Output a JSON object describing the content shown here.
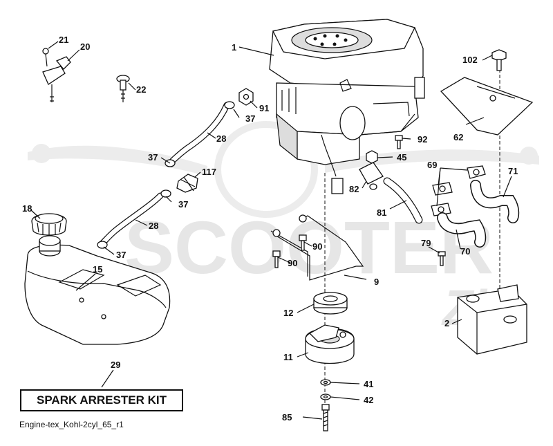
{
  "diagram": {
    "box_label": "SPARK ARRESTER KIT",
    "reference_code": "Engine-tex_Kohl-2cyl_65_r1",
    "watermark": {
      "brand": "SCOOTER",
      "sub": "Zip"
    },
    "parts": [
      {
        "id": "p1",
        "label": "1"
      },
      {
        "id": "p2",
        "label": "2"
      },
      {
        "id": "p9",
        "label": "9"
      },
      {
        "id": "p11",
        "label": "11"
      },
      {
        "id": "p12",
        "label": "12"
      },
      {
        "id": "p15",
        "label": "15"
      },
      {
        "id": "p18",
        "label": "18"
      },
      {
        "id": "p20",
        "label": "20"
      },
      {
        "id": "p21",
        "label": "21"
      },
      {
        "id": "p22",
        "label": "22"
      },
      {
        "id": "p28a",
        "label": "28"
      },
      {
        "id": "p28b",
        "label": "28"
      },
      {
        "id": "p29",
        "label": "29"
      },
      {
        "id": "p37a",
        "label": "37"
      },
      {
        "id": "p37b",
        "label": "37"
      },
      {
        "id": "p37c",
        "label": "37"
      },
      {
        "id": "p37d",
        "label": "37"
      },
      {
        "id": "p41",
        "label": "41"
      },
      {
        "id": "p42",
        "label": "42"
      },
      {
        "id": "p45",
        "label": "45"
      },
      {
        "id": "p62",
        "label": "62"
      },
      {
        "id": "p69",
        "label": "69"
      },
      {
        "id": "p70",
        "label": "70"
      },
      {
        "id": "p71",
        "label": "71"
      },
      {
        "id": "p79",
        "label": "79"
      },
      {
        "id": "p81",
        "label": "81"
      },
      {
        "id": "p82",
        "label": "82"
      },
      {
        "id": "p85",
        "label": "85"
      },
      {
        "id": "p90a",
        "label": "90"
      },
      {
        "id": "p90b",
        "label": "90"
      },
      {
        "id": "p91",
        "label": "91"
      },
      {
        "id": "p92",
        "label": "92"
      },
      {
        "id": "p102",
        "label": "102"
      },
      {
        "id": "p117",
        "label": "117"
      }
    ]
  }
}
